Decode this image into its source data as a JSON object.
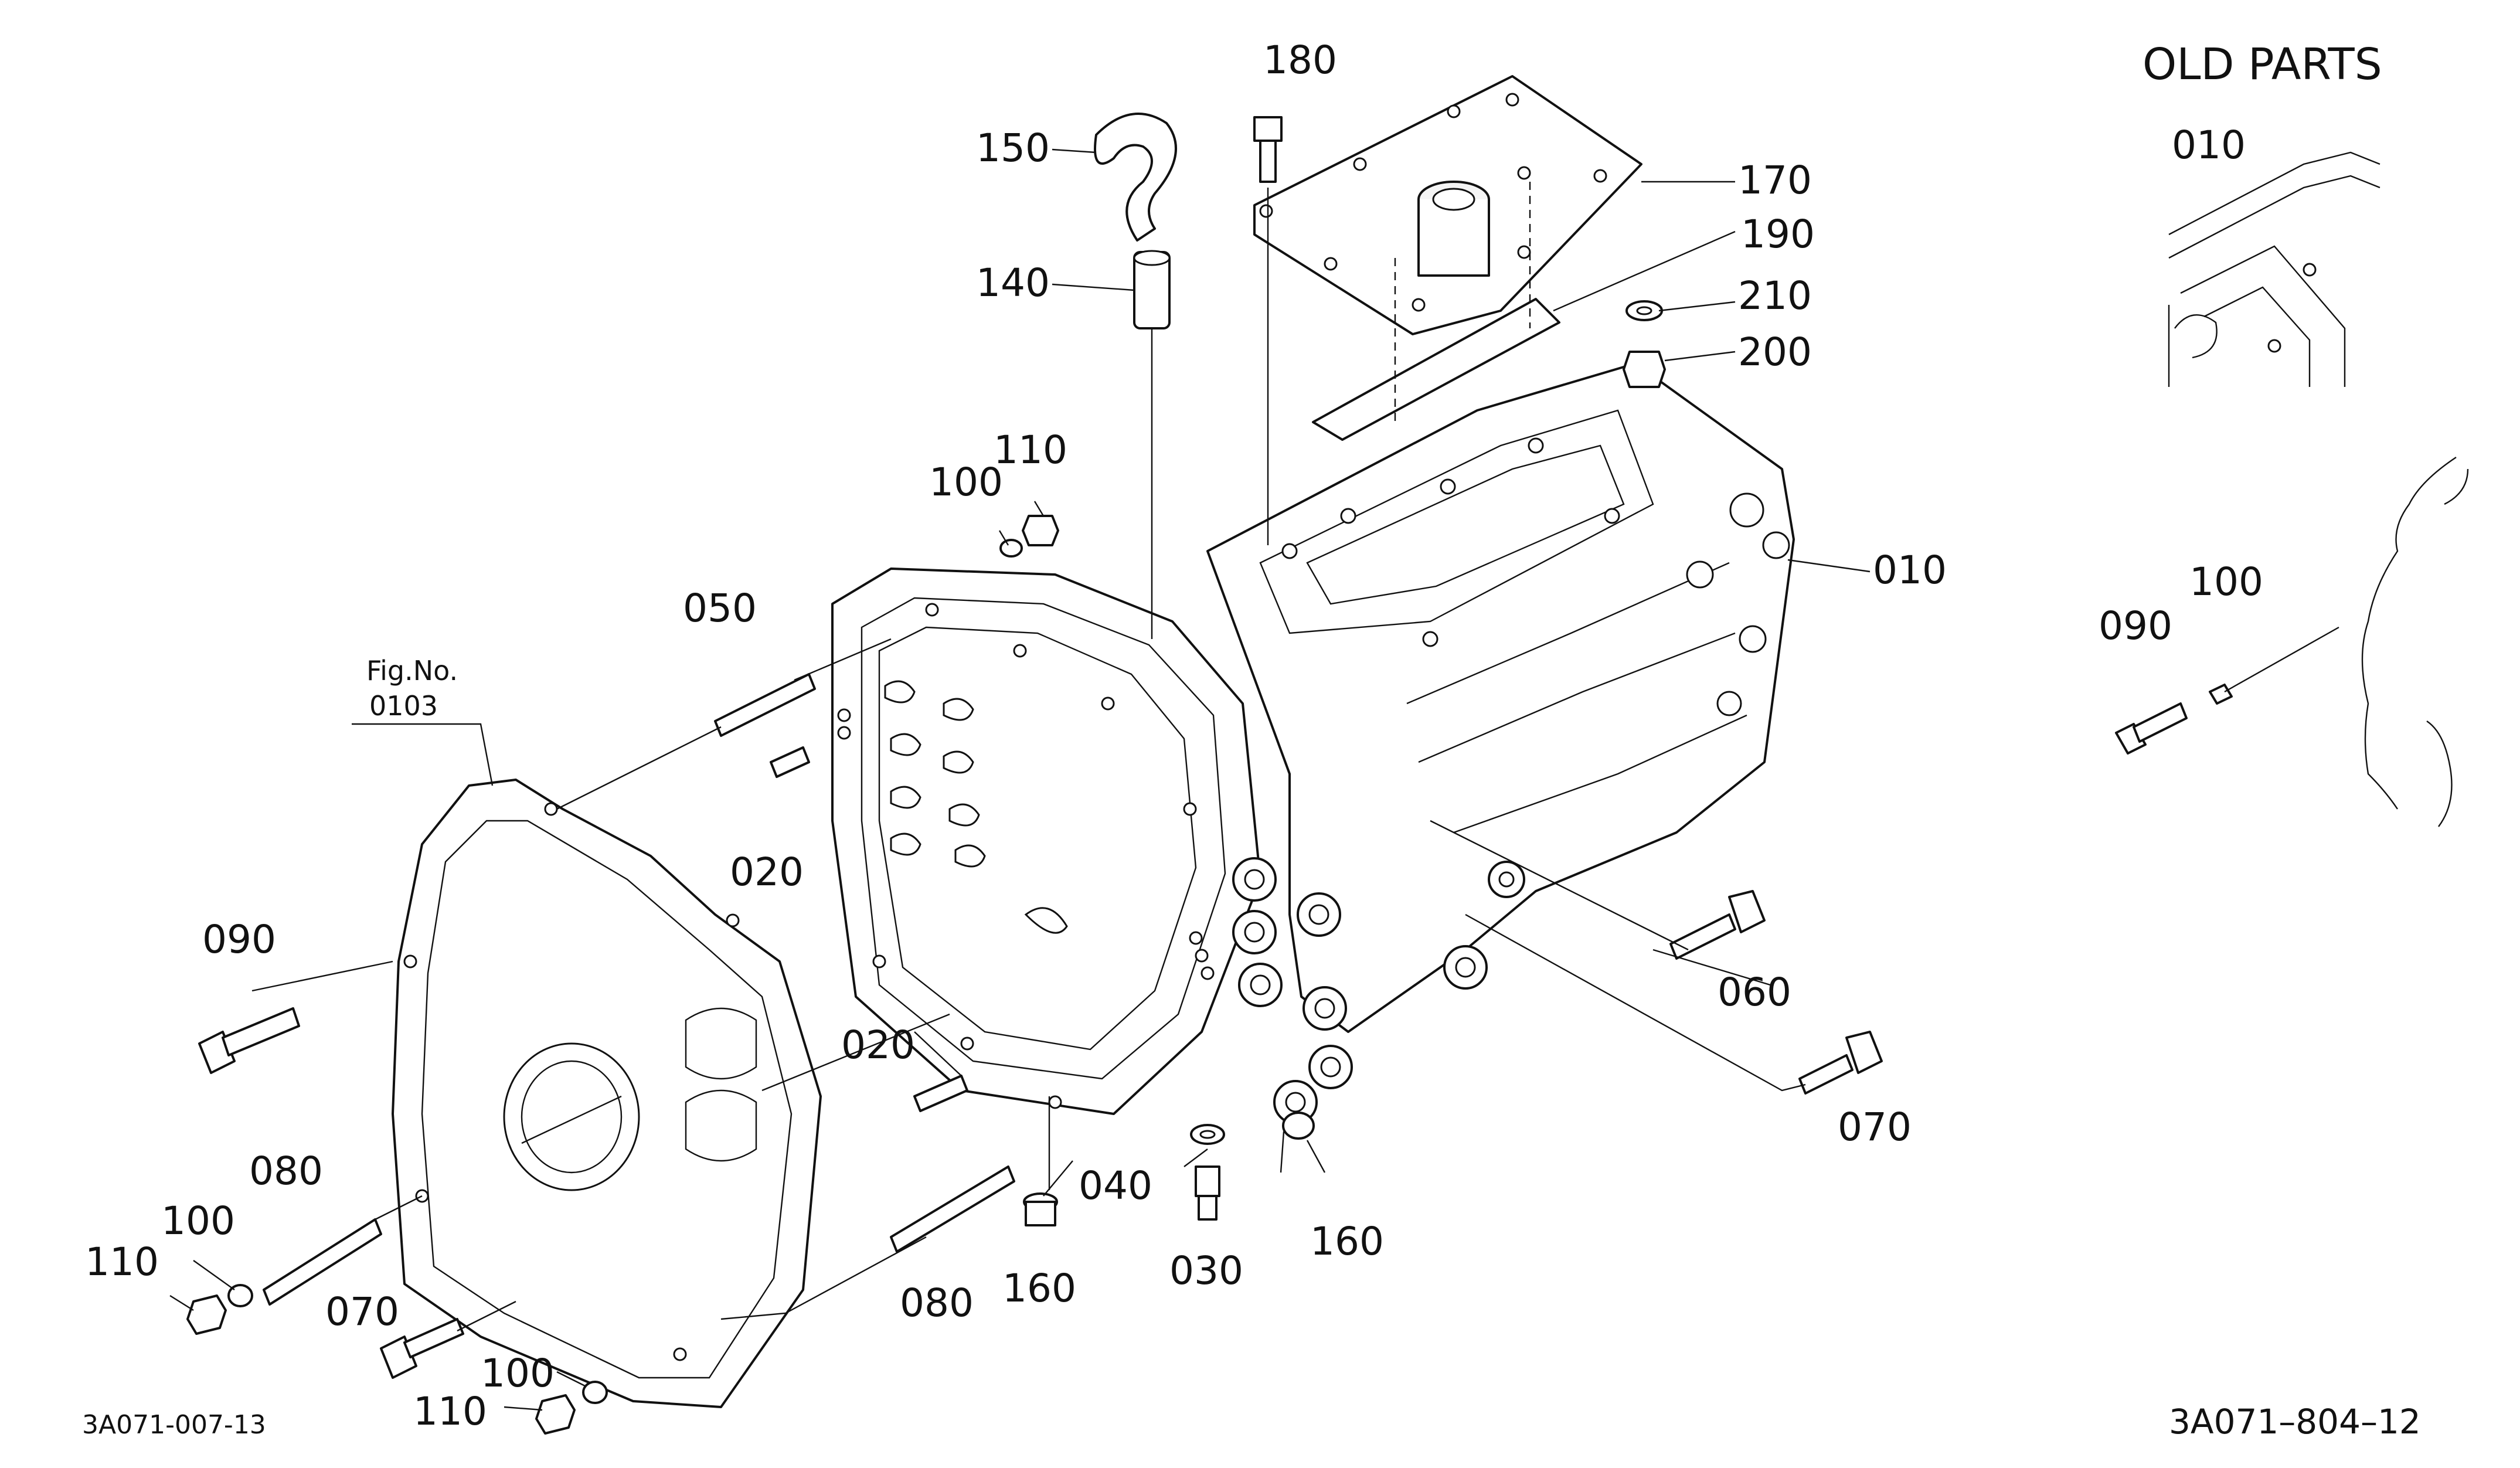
{
  "header": {
    "old_parts": "OLD PARTS"
  },
  "reference": {
    "fig_no": "Fig.No.",
    "fig_value": "0103"
  },
  "codes": {
    "left": "3A071-007-13",
    "right": "3A071–804–12"
  },
  "labels": [
    {
      "key": "l180",
      "text": "180"
    },
    {
      "key": "l150",
      "text": "150"
    },
    {
      "key": "l170",
      "text": "170"
    },
    {
      "key": "l190",
      "text": "190"
    },
    {
      "key": "l140",
      "text": "140"
    },
    {
      "key": "l210",
      "text": "210"
    },
    {
      "key": "l200",
      "text": "200"
    },
    {
      "key": "l110a",
      "text": "110"
    },
    {
      "key": "l100a",
      "text": "100"
    },
    {
      "key": "l010",
      "text": "010"
    },
    {
      "key": "l050",
      "text": "050"
    },
    {
      "key": "l020a",
      "text": "020"
    },
    {
      "key": "l090",
      "text": "090"
    },
    {
      "key": "l060",
      "text": "060"
    },
    {
      "key": "l020b",
      "text": "020"
    },
    {
      "key": "l070a",
      "text": "070"
    },
    {
      "key": "l080a",
      "text": "080"
    },
    {
      "key": "l040",
      "text": "040"
    },
    {
      "key": "l100b",
      "text": "100"
    },
    {
      "key": "l160a",
      "text": "160"
    },
    {
      "key": "l110b",
      "text": "110"
    },
    {
      "key": "l030",
      "text": "030"
    },
    {
      "key": "l160b",
      "text": "160"
    },
    {
      "key": "l070b",
      "text": "070"
    },
    {
      "key": "l080b",
      "text": "080"
    },
    {
      "key": "l100c",
      "text": "100"
    },
    {
      "key": "l110c",
      "text": "110"
    },
    {
      "key": "l010old",
      "text": "010"
    },
    {
      "key": "l100old",
      "text": "100"
    },
    {
      "key": "l090old",
      "text": "090"
    }
  ]
}
